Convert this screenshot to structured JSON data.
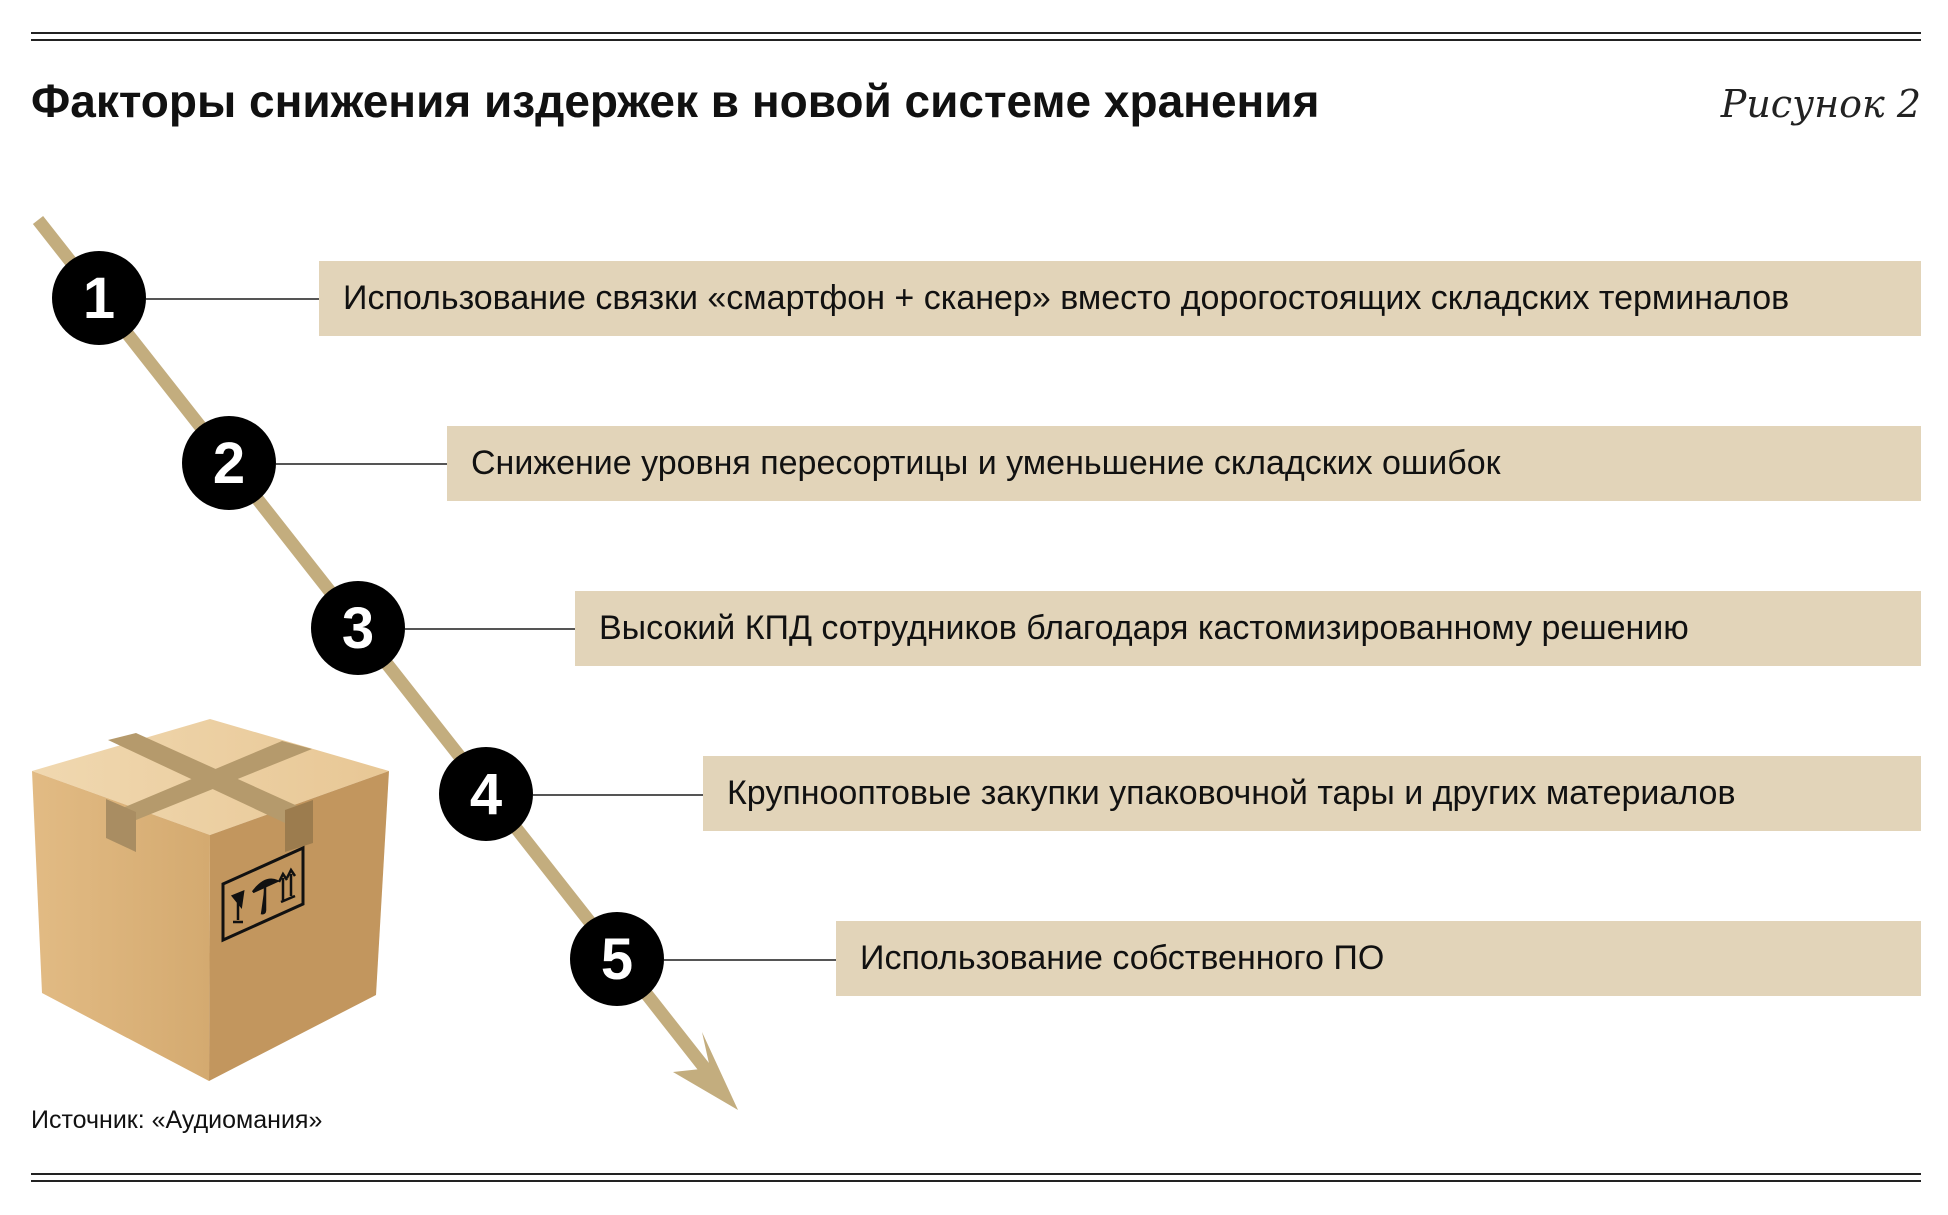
{
  "title": "Факторы снижения издержек в новой системе хранения",
  "figure_label": "Рисунок 2",
  "colors": {
    "arrow": "#c3ad7e",
    "box_fill": "#e2d4b9",
    "circle": "#000000"
  },
  "items": [
    {
      "number": "1",
      "text": "Использование связки «смартфон + сканер» вместо дорогостоящих складских терминалов"
    },
    {
      "number": "2",
      "text": "Снижение уровня пересортицы и уменьшение складских ошибок"
    },
    {
      "number": "3",
      "text": "Высокий КПД сотрудников благодаря кастомизированному решению"
    },
    {
      "number": "4",
      "text": "Крупнооптовые закупки упаковочной тары и других материалов"
    },
    {
      "number": "5",
      "text": "Использование собственного ПО"
    }
  ],
  "source": "Источник: «Аудиомания»"
}
